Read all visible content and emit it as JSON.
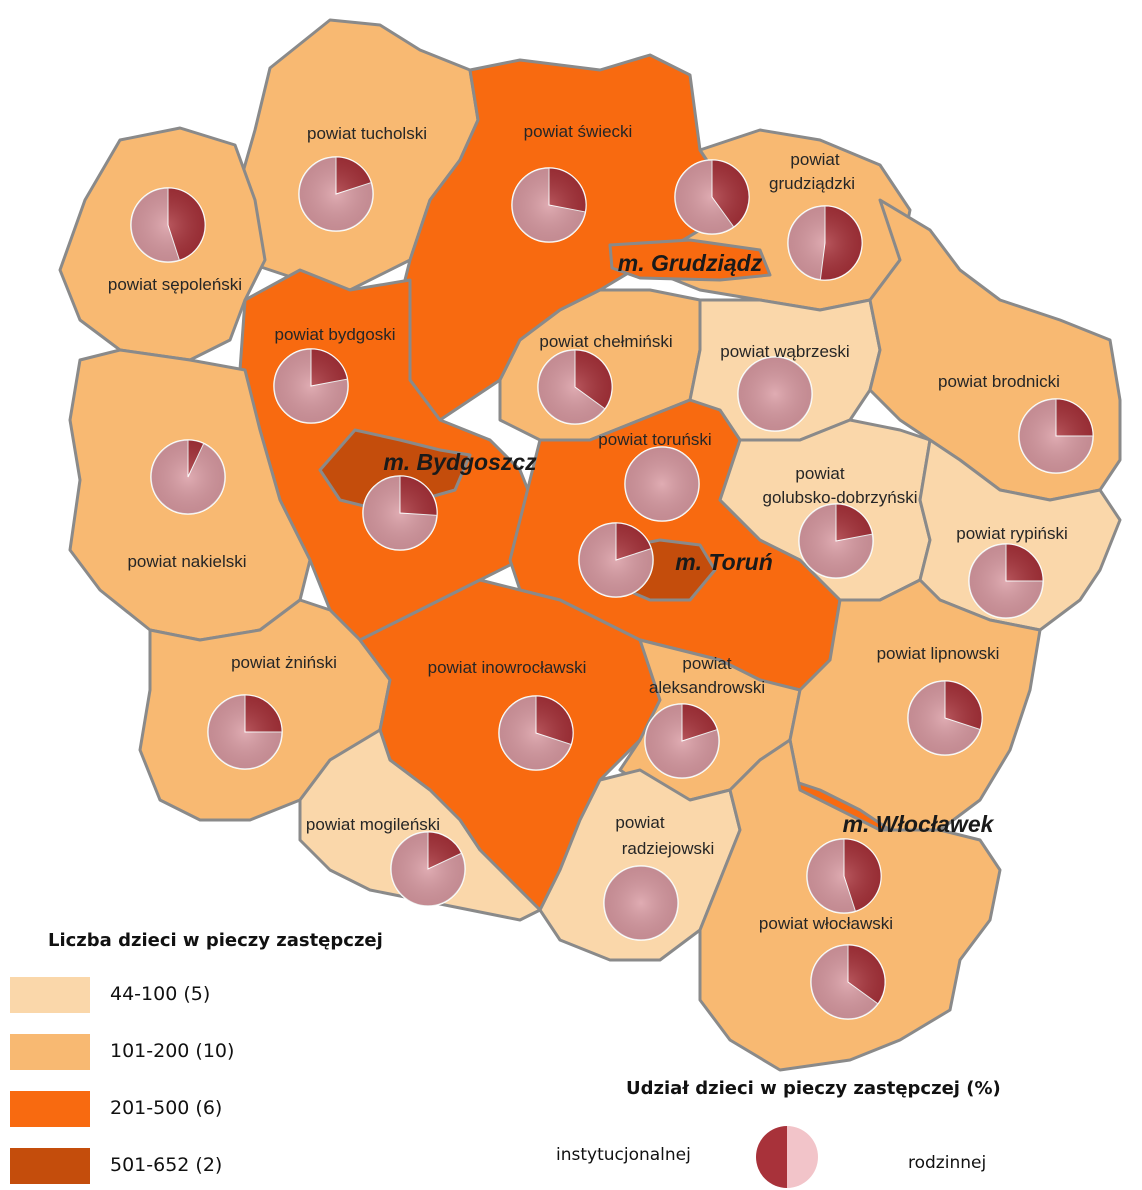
{
  "map": {
    "colors": {
      "c1": "#fad7aa",
      "c2": "#f8b972",
      "c3": "#f86a10",
      "c4": "#c44d0c",
      "institutional": "#a8323a",
      "family": "#d99aa2"
    },
    "regions": [
      {
        "id": "tucholski",
        "label": "powiat tucholski",
        "class": "c2",
        "institutional_pct": 20
      },
      {
        "id": "swiecki",
        "label": "powiat świecki",
        "class": "c3",
        "institutional_pct": 28
      },
      {
        "id": "grudziadzki",
        "label_lines": [
          "powiat",
          "grudziądzki"
        ],
        "class": "c2",
        "institutional_pct": 52
      },
      {
        "id": "m_grudziadz",
        "label": "m. Grudziądz",
        "class": "c3",
        "institutional_pct": 40
      },
      {
        "id": "sepolenski",
        "label": "powiat sępoleński",
        "class": "c2",
        "institutional_pct": 45
      },
      {
        "id": "bydgoski",
        "label": "powiat bydgoski",
        "class": "c3",
        "institutional_pct": 22
      },
      {
        "id": "chelminski",
        "label": "powiat chełmiński",
        "class": "c2",
        "institutional_pct": 35
      },
      {
        "id": "wabrzeski",
        "label": "powiat wąbrzeski",
        "class": "c1",
        "institutional_pct": 0
      },
      {
        "id": "brodnicki",
        "label": "powiat brodnicki",
        "class": "c2",
        "institutional_pct": 25
      },
      {
        "id": "nakielski",
        "label": "powiat nakielski",
        "class": "c2",
        "institutional_pct": 7
      },
      {
        "id": "m_bydgoszcz",
        "label": "m. Bydgoszcz",
        "class": "c4",
        "institutional_pct": 26
      },
      {
        "id": "torunski",
        "label": "powiat toruński",
        "class": "c3",
        "institutional_pct": 0
      },
      {
        "id": "golubsko",
        "label_lines": [
          "powiat",
          "golubsko-dobrzyński"
        ],
        "class": "c1",
        "institutional_pct": 22
      },
      {
        "id": "rypinski",
        "label": "powiat rypiński",
        "class": "c1",
        "institutional_pct": 25
      },
      {
        "id": "m_torun",
        "label": "m. Toruń",
        "class": "c4",
        "institutional_pct": 20
      },
      {
        "id": "zninski",
        "label": "powiat żniński",
        "class": "c2",
        "institutional_pct": 25
      },
      {
        "id": "inowroclawski",
        "label": "powiat inowrocławski",
        "class": "c3",
        "institutional_pct": 30
      },
      {
        "id": "aleksandrowski",
        "label_lines": [
          "powiat",
          "aleksandrowski"
        ],
        "class": "c2",
        "institutional_pct": 20
      },
      {
        "id": "lipnowski",
        "label": "powiat lipnowski",
        "class": "c2",
        "institutional_pct": 30
      },
      {
        "id": "mogilenski",
        "label": "powiat mogileński",
        "class": "c1",
        "institutional_pct": 18
      },
      {
        "id": "radziejowski",
        "label_lines": [
          "powiat",
          "radziejowski"
        ],
        "class": "c1",
        "institutional_pct": 0
      },
      {
        "id": "m_wloclawek",
        "label": "m. Włocławek",
        "class": "c3",
        "institutional_pct": 45
      },
      {
        "id": "wloclawski",
        "label": "powiat włocławski",
        "class": "c2",
        "institutional_pct": 35
      }
    ]
  },
  "legend": {
    "count_title": "Liczba dzieci w pieczy zastępczej",
    "count_items": [
      {
        "label": "44-100 (5)",
        "class": "c1"
      },
      {
        "label": "101-200 (10)",
        "class": "c2"
      },
      {
        "label": "201-500 (6)",
        "class": "c3"
      },
      {
        "label": "501-652 (2)",
        "class": "c4"
      }
    ],
    "share_title": "Udział dzieci w pieczy zastępczej (%)",
    "share_left_label": "instytucjonalnej",
    "share_right_label": "rodzinnej",
    "share_institutional_color": "#a8323a",
    "share_family_color": "#f2c4c9"
  }
}
